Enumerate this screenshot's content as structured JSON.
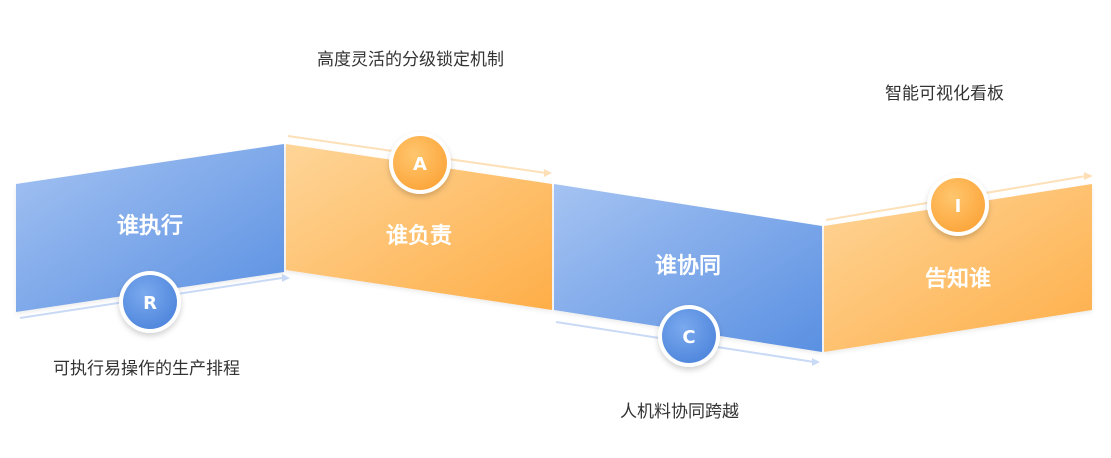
{
  "colors": {
    "blue_light": "#a3c2f2",
    "blue_dark": "#5b91e2",
    "orange_light": "#fdd494",
    "orange_dark": "#feb04d",
    "circle_blue": "#5d93e6",
    "circle_orange": "#fdb04f",
    "text_dark": "#333333"
  },
  "panels": [
    {
      "letter": "R",
      "title": "谁执行",
      "description": "可执行易操作的生产排程",
      "theme": "blue"
    },
    {
      "letter": "A",
      "title": "谁负责",
      "description": "高度灵活的分级锁定机制",
      "theme": "orange"
    },
    {
      "letter": "C",
      "title": "谁协同",
      "description": "人机料协同跨越",
      "theme": "blue"
    },
    {
      "letter": "I",
      "title": "告知谁",
      "description": "智能可视化看板",
      "theme": "orange"
    }
  ]
}
